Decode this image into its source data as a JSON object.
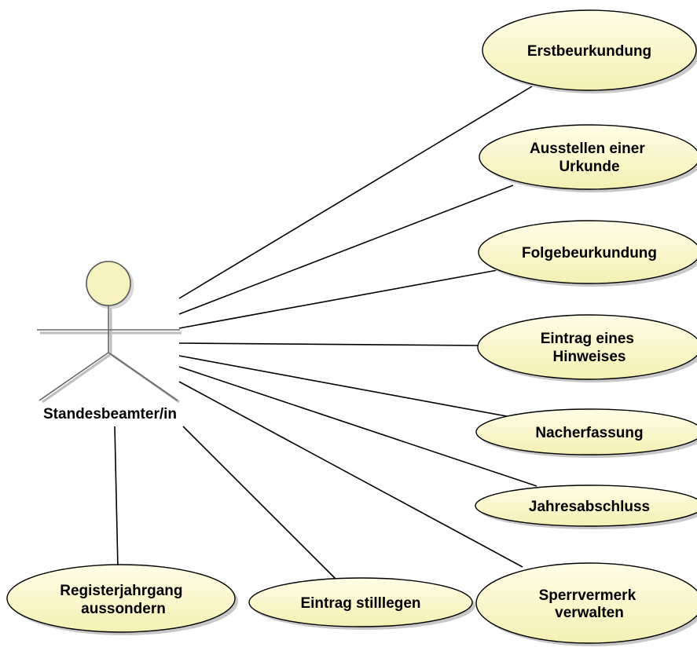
{
  "diagram": {
    "actor": {
      "name": "Standesbeamter/in"
    },
    "use_cases": [
      {
        "id": "erstbeurkundung",
        "lines": [
          "Erstbeurkundung"
        ]
      },
      {
        "id": "ausstellen",
        "lines": [
          "Ausstellen einer",
          "Urkunde"
        ]
      },
      {
        "id": "folgebeurkundung",
        "lines": [
          "Folgebeurkundung"
        ]
      },
      {
        "id": "eintrag-hinweis",
        "lines": [
          "Eintrag eines",
          "Hinweises"
        ]
      },
      {
        "id": "nacherfassung",
        "lines": [
          "Nacherfassung"
        ]
      },
      {
        "id": "jahresabschluss",
        "lines": [
          "Jahresabschluss"
        ]
      },
      {
        "id": "sperrvermerk",
        "lines": [
          "Sperrvermerk",
          "verwalten"
        ]
      },
      {
        "id": "stilllegen",
        "lines": [
          "Eintrag stilllegen"
        ]
      },
      {
        "id": "aussondern",
        "lines": [
          "Registerjahrgang",
          "aussondern"
        ]
      }
    ],
    "colors": {
      "use_case_fill": "#FAF8C6",
      "use_case_stroke": "#000000",
      "actor_fill": "#F7F3C1",
      "shadow": "#BDBDBD"
    }
  }
}
